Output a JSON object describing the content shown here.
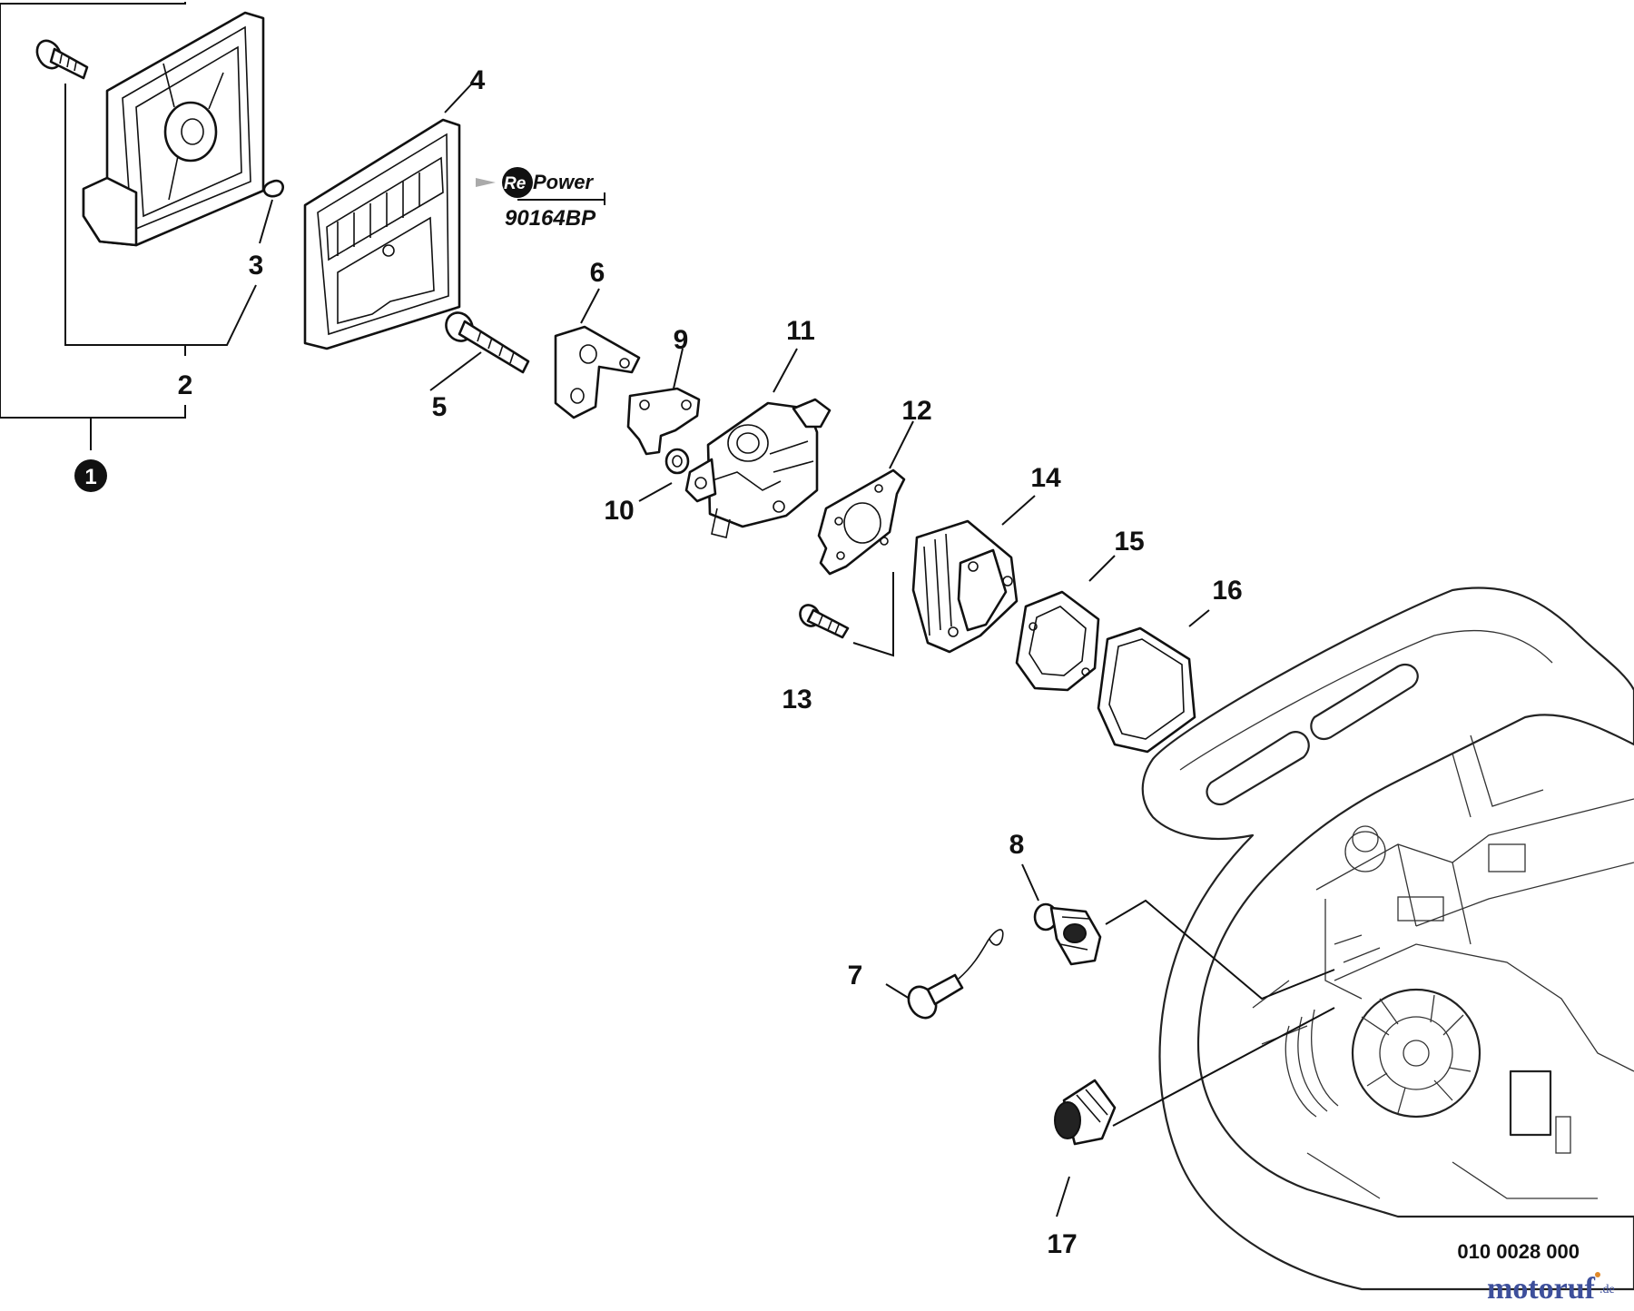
{
  "callouts": {
    "c1": "1",
    "c2": "2",
    "c3": "3",
    "c4": "4",
    "c5": "5",
    "c6": "6",
    "c7": "7",
    "c8": "8",
    "c9": "9",
    "c10": "10",
    "c11": "11",
    "c12": "12",
    "c13": "13",
    "c14": "14",
    "c15": "15",
    "c16": "16",
    "c17": "17"
  },
  "repower": {
    "re": "Re",
    "power": "Power",
    "part_number": "90164BP"
  },
  "drawing_code": "010 0028 000",
  "watermark": {
    "brand": "motoruf",
    "suffix": ".de"
  },
  "colors": {
    "line": "#111111",
    "background": "#ffffff",
    "watermark_blue": "#3d4f9b",
    "watermark_orange": "#e0892a"
  }
}
